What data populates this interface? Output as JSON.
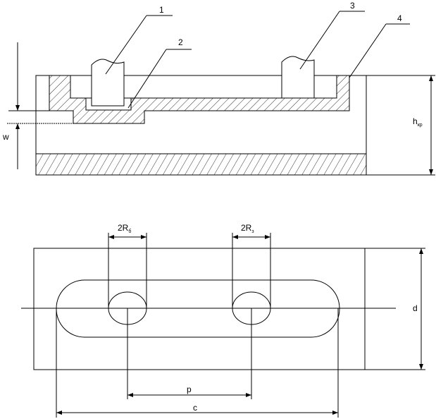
{
  "top_view": {
    "callouts": [
      "1",
      "2",
      "3",
      "4"
    ],
    "dim_w": "w",
    "dim_h": {
      "main": "h",
      "sub": "кр"
    }
  },
  "bottom_view": {
    "dim_rb": {
      "main": "2R",
      "sub": "б"
    },
    "dim_rz": {
      "main": "2R",
      "sub": "з"
    },
    "dim_d": "d",
    "dim_p": "p",
    "dim_c": "c"
  }
}
